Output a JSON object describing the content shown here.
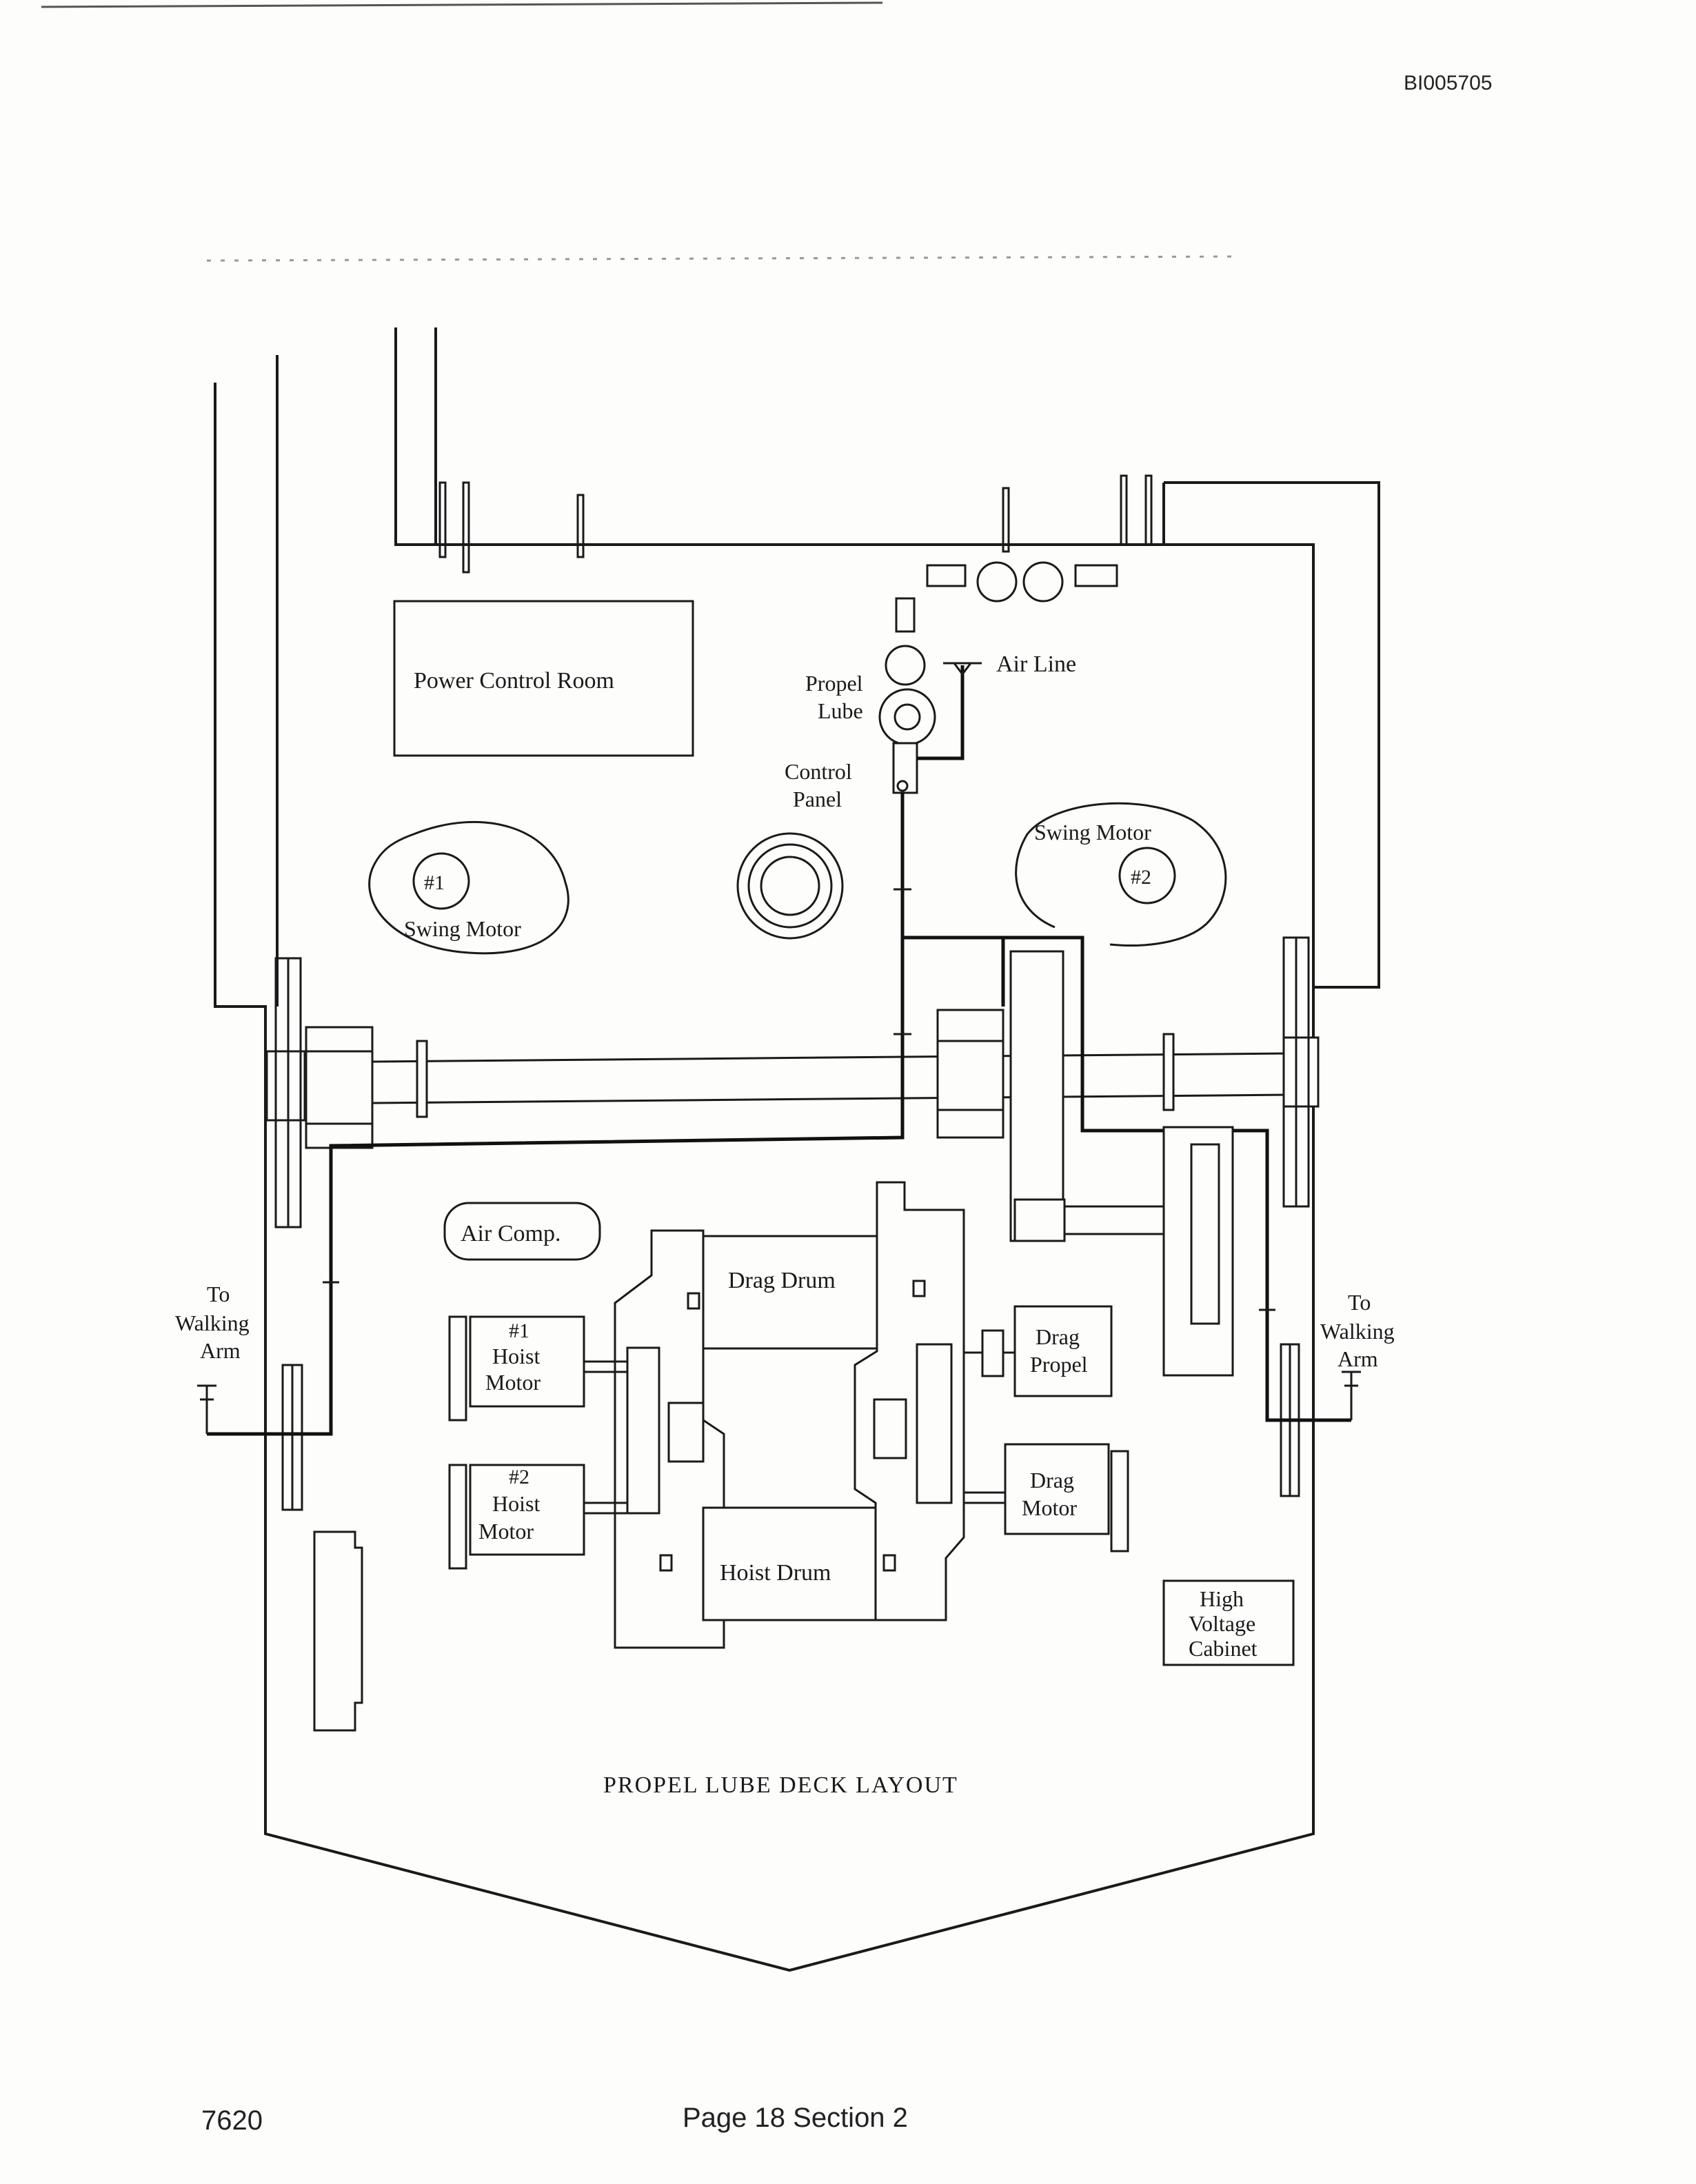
{
  "header": {
    "doc_id": "BI005705"
  },
  "footer": {
    "doc_number": "7620",
    "page": "Page 18 Section 2"
  },
  "diagram": {
    "title": "PROPEL LUBE DECK LAYOUT",
    "labels": {
      "power_control_room": "Power Control Room",
      "air_line": "Air Line",
      "propel_lube_1": "Propel",
      "propel_lube_2": "Lube",
      "control_panel_1": "Control",
      "control_panel_2": "Panel",
      "swing_motor_1_num": "#1",
      "swing_motor_1": "Swing Motor",
      "swing_motor_2": "Swing Motor",
      "swing_motor_2_num": "#2",
      "air_comp": "Air Comp.",
      "drag_drum": "Drag Drum",
      "hoist_drum": "Hoist Drum",
      "hoist_motor_1_num": "#1",
      "hoist_motor_1_a": "Hoist",
      "hoist_motor_1_b": "Motor",
      "hoist_motor_2_num": "#2",
      "hoist_motor_2_a": "Hoist",
      "hoist_motor_2_b": "Motor",
      "drag_propel_1": "Drag",
      "drag_propel_2": "Propel",
      "drag_motor_1": "Drag",
      "drag_motor_2": "Motor",
      "hv_cabinet_1": "High",
      "hv_cabinet_2": "Voltage",
      "hv_cabinet_3": "Cabinet",
      "walking_arm_left_1": "To",
      "walking_arm_left_2": "Walking",
      "walking_arm_left_3": "Arm",
      "walking_arm_right_1": "To",
      "walking_arm_right_2": "Walking",
      "walking_arm_right_3": "Arm"
    }
  }
}
